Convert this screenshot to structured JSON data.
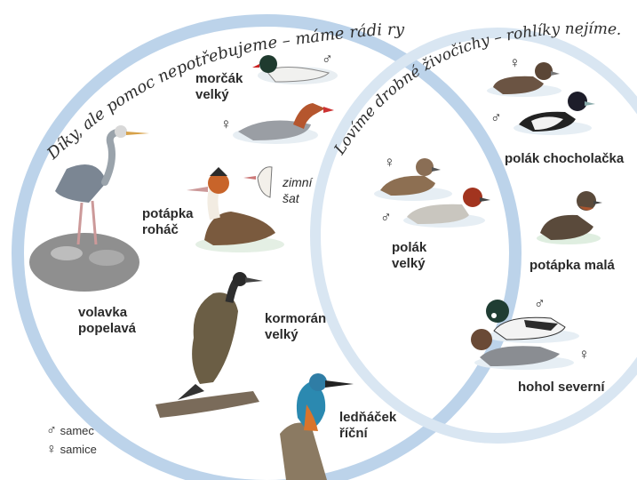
{
  "slogans": {
    "left": "Díky, ale pomoc nepotřebujeme – máme rádi ryby.",
    "right": "Lovíme drobné živočichy – rohlíky nejíme."
  },
  "labels": {
    "morcak": "morčák\nvelký",
    "potapka_rohac": "potápka\nroháč",
    "zimni_sat": "zimní\nšat",
    "volavka": "volavka\npopelavá",
    "kormoran": "kormorán\nvelký",
    "lednacek": "ledňáček\nříční",
    "polak_chocholacka": "polák chocholačka",
    "polak_velky": "polák\nvelký",
    "potapka_mala": "potápka malá",
    "hohol": "hohol severní"
  },
  "symbols": {
    "male": "♂",
    "female": "♀"
  },
  "legend": {
    "male": "samec",
    "female": "samice"
  },
  "colors": {
    "ring": "#bcd3ea",
    "ring_light": "#d8e6f3",
    "text": "#2a2a2a"
  },
  "icons": [
    "grey-heron",
    "merganser",
    "great-crested-grebe",
    "cormorant",
    "kingfisher",
    "pochard",
    "tufted-duck",
    "little-grebe",
    "goldeneye"
  ]
}
